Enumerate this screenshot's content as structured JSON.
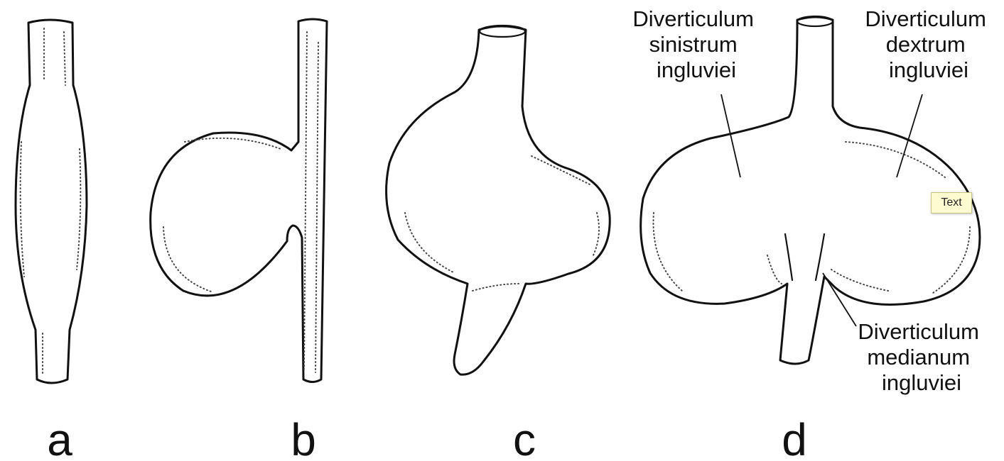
{
  "panels": [
    {
      "letter": "a"
    },
    {
      "letter": "b"
    },
    {
      "letter": "c"
    },
    {
      "letter": "d"
    }
  ],
  "labels": {
    "sinistrum": [
      "Diverticulum",
      "sinistrum",
      "ingluviei"
    ],
    "dextrum": [
      "Diverticulum",
      "dextrum",
      "ingluviei"
    ],
    "medianum": [
      "Diverticulum",
      "medianum",
      "ingluviei"
    ]
  },
  "tooltip": {
    "text": "Text"
  }
}
